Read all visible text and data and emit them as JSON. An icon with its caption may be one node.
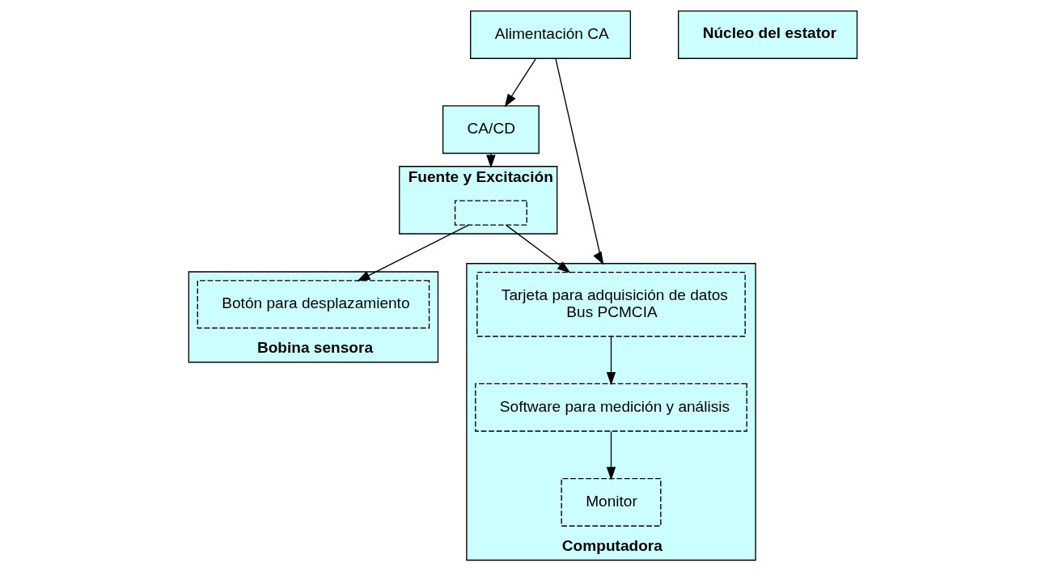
{
  "diagram": {
    "nodes": [
      {
        "text": [
          "Fuente y Excitación"
        ]
      },
      {
        "text": [],
        "shape": "box",
        "in": 0
      },
      {
        "text": [
          "CA/CD"
        ]
      },
      {
        "text": [
          "Alimentación CA"
        ]
      },
      {
        "text": [
          "Bobina sensora"
        ]
      },
      {
        "text": [
          "Botón para desplazamiento"
        ],
        "in": 4
      },
      {
        "text": [
          "Núcleo del estator"
        ]
      },
      {
        "text": [
          "Computadora"
        ]
      },
      {
        "text": [
          "Tarjeta para adquisición de datos",
          "Bus PCMCIA"
        ],
        "in": 7
      },
      {
        "text": [
          "Monitor"
        ],
        "in": 7
      },
      {
        "text": [
          "Software para medición y análisis"
        ],
        "in": 7
      }
    ],
    "edges": [
      {
        "from": 3,
        "to": 2,
        "arrow": "to"
      },
      {
        "from": 2,
        "to": 0,
        "arrow": "to"
      },
      {
        "from": 3,
        "to": 7,
        "arrow": "to"
      },
      {
        "from": 1,
        "to": 5,
        "arrow": "to"
      },
      {
        "from": 1,
        "to": 8,
        "arrow": "to"
      },
      {
        "from": 8,
        "to": 10,
        "arrow": "to"
      },
      {
        "from": 10,
        "to": 9,
        "arrow": "to"
      }
    ]
  }
}
